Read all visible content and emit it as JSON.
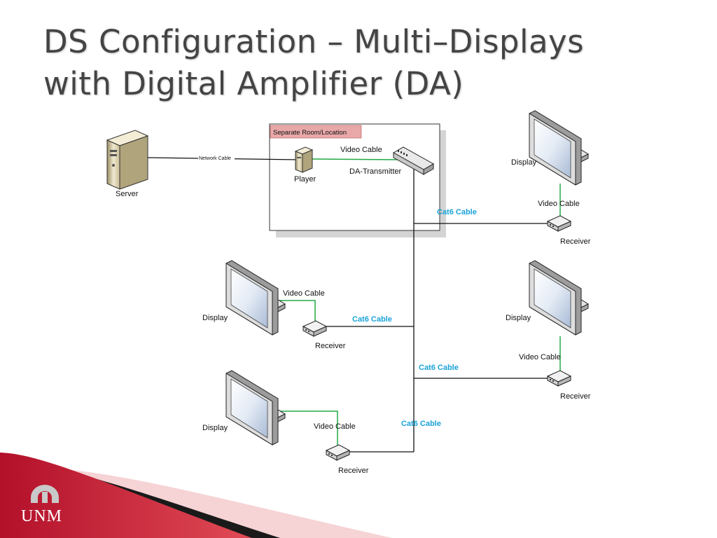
{
  "slide": {
    "title_line1": "DS Configuration – Multi–Displays",
    "title_line2": "with Digital Amplifier (DA)"
  },
  "room": {
    "label": "Separate Room/Location"
  },
  "labels": {
    "server": "Server",
    "network_cable": "Network Cable",
    "player": "Player",
    "video_cable": "Video Cable",
    "da_transmitter": "DA-Transmitter",
    "display": "Display",
    "receiver": "Receiver",
    "cat6_cable": "Cat6 Cable"
  },
  "logo": {
    "text": "UNM"
  },
  "colors": {
    "title": "#444444",
    "cat6_label": "#1aa3d9",
    "video_line": "#22aa44",
    "brand_red": "#c8102e"
  }
}
